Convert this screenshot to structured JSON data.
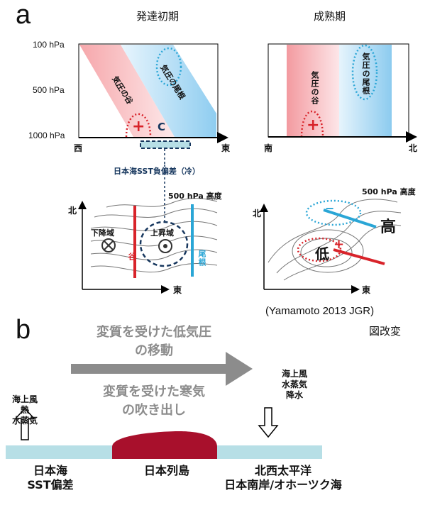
{
  "panel_a": {
    "letter": "a",
    "title_left": "発達初期",
    "title_right": "成熟期",
    "pressure_levels": [
      "100 hPa",
      "500 hPa",
      "1000 hPa"
    ],
    "left": {
      "axis_west": "西",
      "axis_east": "東",
      "trough_label": "気圧の谷",
      "ridge_label": "気圧の尾根",
      "plus": "+",
      "cold_c": "C",
      "sst_note": "日本海SST負偏差（冷）"
    },
    "right": {
      "axis_south": "南",
      "axis_north": "北",
      "trough_label": "気圧の谷",
      "ridge_label": "気圧の尾根",
      "plus": "+"
    },
    "map_left": {
      "north": "北",
      "east": "東",
      "height_label": "500 hPa 高度",
      "descent": "下降域",
      "ascent": "上昇域",
      "trough": "谷",
      "ridge": "尾根"
    },
    "map_right": {
      "north": "北",
      "east": "東",
      "height_label": "500 hPa 高度",
      "minus": "−",
      "high": "高",
      "low": "低",
      "plus": "+"
    },
    "citation": "(Yamamoto 2013 JGR)",
    "modified": "図改変"
  },
  "panel_b": {
    "letter": "b",
    "arrow_text_1": "変質を受けた低気圧\nの移動",
    "arrow_text_2": "変質を受けた寒気\nの吹き出し",
    "flux_up": "海上風\n熱\n水蒸気",
    "flux_down": "海上風\n水蒸気\n降水",
    "label_left": "日本海\nSST偏差",
    "label_center": "日本列島",
    "label_right": "北西太平洋\n日本南岸/オホーツク海"
  },
  "colors": {
    "trough_red": "#e03030",
    "ridge_blue": "#3aaed8",
    "trough_fill": "#f2a0a6",
    "ridge_fill": "#9fd3f2",
    "land": "#a8102c",
    "sea": "#b7dfe6",
    "arrow_gray": "#8c8c8c",
    "sst_box": "#17375e"
  }
}
